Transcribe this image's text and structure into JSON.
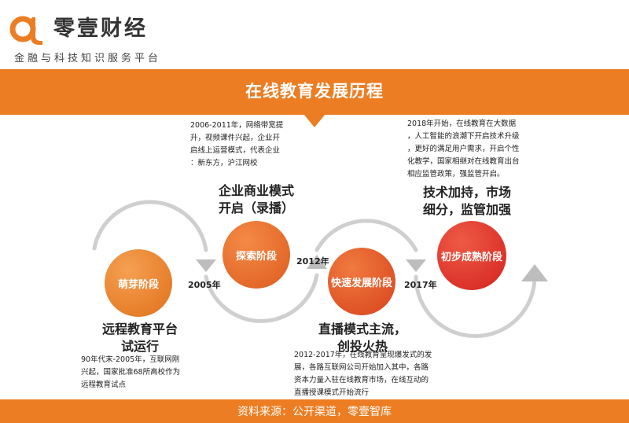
{
  "brand": {
    "name": "零壹财经",
    "slogan": "金融与科技知识服务平台",
    "logo_icon": "alpha-logo-icon",
    "accent_color": "#ed7d22"
  },
  "title": "在线教育发展历程",
  "stages": [
    {
      "node_label": "萌芽阶段",
      "title_line1": "远程教育平台",
      "title_line2": "试运行",
      "note_lines": [
        "90年代末-2005年，互联网刚",
        "兴起，国家批准68所高校作为",
        "远程教育试点"
      ],
      "color": "#e8781e"
    },
    {
      "node_label": "探索阶段",
      "title_line1": "企业商业模式",
      "title_line2": "开启（录播）",
      "note_lines": [
        "2006-2011年，网络带宽提",
        "升，视频课件兴起，企业开",
        "启线上运营模式，代表企业",
        "：新东方，沪江网校"
      ],
      "color": "#e4662a"
    },
    {
      "node_label": "快速发展阶段",
      "title_line1": "直播模式主流，",
      "title_line2": "创投火热",
      "note_lines": [
        "2012-2017年，在线教育呈现爆发式的发",
        "展，各路互联网公司开始加入其中，各路",
        "资本力量入驻在线教育市场，在线互动的",
        "直播授课模式开始流行"
      ],
      "color": "#e2532a"
    },
    {
      "node_label": "初步成熟阶段",
      "title_line1": "技术加持，市场",
      "title_line2": "细分，监管加强",
      "note_lines": [
        "2018年开始，在线教育在大数据",
        "，人工智能的浪潮下开启技术升级",
        "，更好的满足用户需求，开启个性",
        "化教学，国家相继对在线教育出台",
        "相应监管政策，强监管开启。"
      ],
      "color": "#dd3129"
    }
  ],
  "years": [
    "2005年",
    "2012年",
    "2017年"
  ],
  "source": "资料来源：公开渠道，零壹智库"
}
